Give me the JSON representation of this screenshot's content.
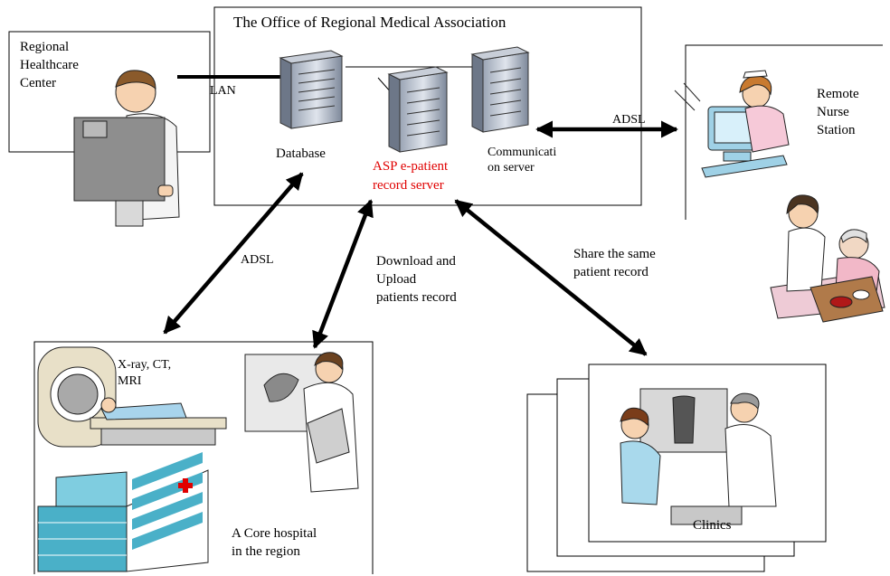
{
  "office": {
    "title": "The Office of Regional Medical Association",
    "database": "Database",
    "asp_server": "ASP e-patient\nrecord server",
    "comm_server": "Communicati\non server"
  },
  "healthcare_center": {
    "label": "Regional\nHealthcare\nCenter"
  },
  "nurse_station": {
    "label": "Remote\nNurse\nStation"
  },
  "core_hospital": {
    "imaging": "X-ray, CT,\nMRI",
    "label": "A Core hospital\nin the region"
  },
  "clinics": {
    "label": "Clinics"
  },
  "links": {
    "lan": "LAN",
    "adsl_nurse": "ADSL",
    "adsl_hospital": "ADSL",
    "download_upload": "Download and\nUpload\npatients record",
    "share": "Share the same\npatient record"
  },
  "colors": {
    "highlight": "#e00000",
    "line": "#000000"
  }
}
